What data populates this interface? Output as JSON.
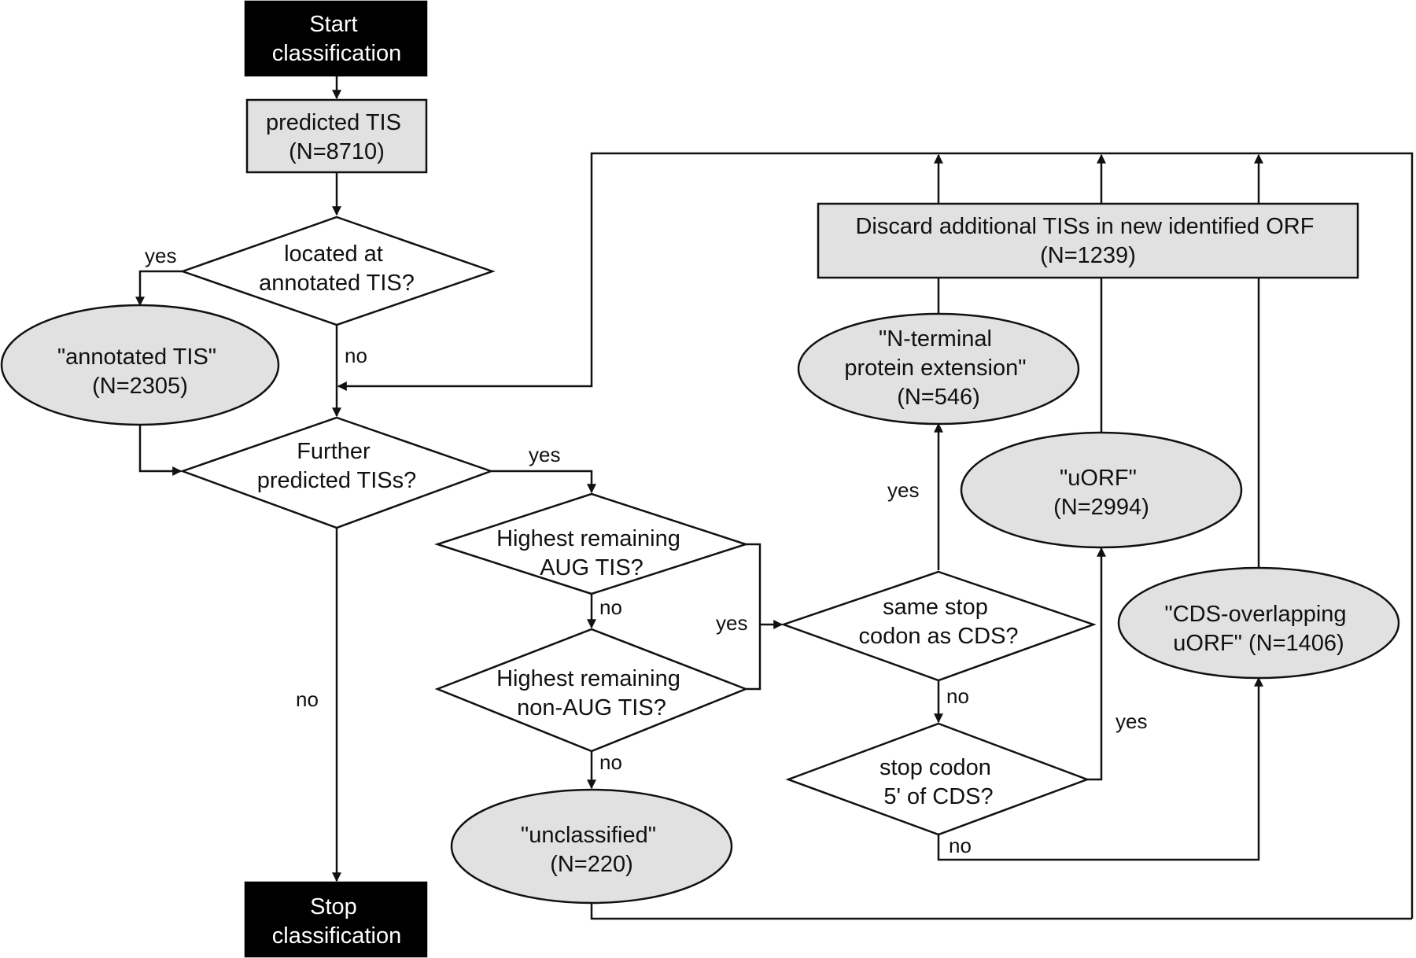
{
  "nodes": {
    "start": {
      "lines": [
        "Start",
        "classification"
      ]
    },
    "predicted": {
      "lines": [
        "predicted TIS",
        "(N=8710)"
      ]
    },
    "located": {
      "lines": [
        "located at",
        "annotated TIS?"
      ]
    },
    "annotated": {
      "lines": [
        "\"annotated TIS\"",
        "(N=2305)"
      ]
    },
    "further": {
      "lines": [
        "Further",
        "predicted TISs?"
      ]
    },
    "aug": {
      "lines": [
        "Highest remaining",
        "AUG TIS?"
      ]
    },
    "nonaug": {
      "lines": [
        "Highest remaining",
        "non-AUG TIS?"
      ]
    },
    "unclassified": {
      "lines": [
        "\"unclassified\"",
        "(N=220)"
      ]
    },
    "stop": {
      "lines": [
        "Stop",
        "classification"
      ]
    },
    "discard": {
      "lines": [
        "Discard additional TISs in new identified ORF",
        "(N=1239)"
      ]
    },
    "nterm": {
      "lines": [
        "\"N-terminal",
        "protein extension\"",
        "(N=546)"
      ]
    },
    "uorf": {
      "lines": [
        "\"uORF\"",
        "(N=2994)"
      ]
    },
    "samestop": {
      "lines": [
        "same stop",
        "codon as CDS?"
      ]
    },
    "stop5": {
      "lines": [
        "stop codon",
        "5' of CDS?"
      ]
    },
    "cdsoverlap": {
      "lines": [
        "\"CDS-overlapping",
        "uORF\" (N=1406)"
      ]
    }
  },
  "edge_labels": {
    "located_yes": "yes",
    "located_no": "no",
    "further_yes": "yes",
    "further_no": "no",
    "aug_no": "no",
    "nonaug_no": "no",
    "merge_yes": "yes",
    "samestop_yes": "yes",
    "samestop_no": "no",
    "stop5_yes": "yes",
    "stop5_no": "no"
  },
  "colors": {
    "box_fill": "#e1e1e1",
    "terminal_fill": "#000000",
    "line": "#111111",
    "background": "#ffffff"
  }
}
